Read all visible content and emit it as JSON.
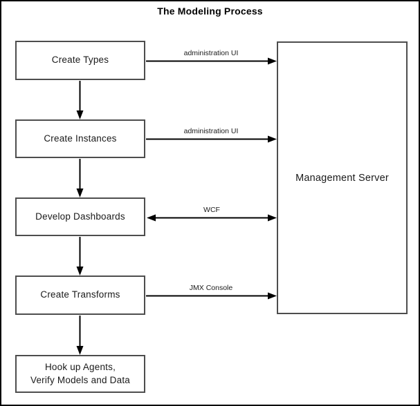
{
  "title": "The Modeling Process",
  "steps": [
    {
      "label": "Create Types"
    },
    {
      "label": "Create Instances"
    },
    {
      "label": "Develop Dashboards"
    },
    {
      "label": "Create Transforms"
    },
    {
      "label": "Hook up Agents,\nVerify Models and Data"
    }
  ],
  "server": {
    "label": "Management Server"
  },
  "connections": [
    {
      "from": "Create Types",
      "to": "Management Server",
      "label": "administration UI",
      "direction": "one-way"
    },
    {
      "from": "Create Instances",
      "to": "Management Server",
      "label": "administration UI",
      "direction": "one-way"
    },
    {
      "from": "Develop Dashboards",
      "to": "Management Server",
      "label": "WCF",
      "direction": "two-way"
    },
    {
      "from": "Create Transforms",
      "to": "Management Server",
      "label": "JMX Console",
      "direction": "one-way"
    }
  ],
  "colors": {
    "background": "#ffffff",
    "outer_border": "#000000",
    "box_border": "#4d4d4d",
    "arrow": "#000000",
    "text": "#1a1a1a"
  }
}
